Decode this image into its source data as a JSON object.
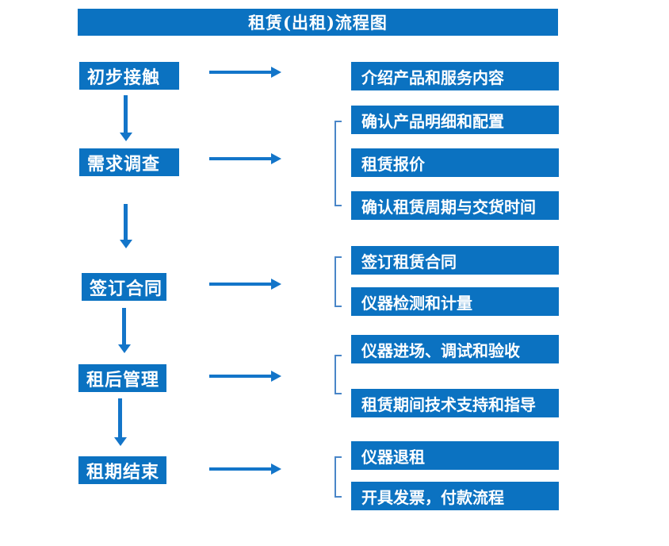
{
  "title": "租赁(出租)流程图",
  "colors": {
    "box_blue": "#0b72c1",
    "arrow_blue": "#1375c9",
    "bracket_blue": "#4a86c8",
    "text_white": "#ffffff",
    "background": "#ffffff"
  },
  "flow": {
    "stages": [
      {
        "label": "初步接触",
        "outputs": [
          "介绍产品和服务内容"
        ]
      },
      {
        "label": "需求调查",
        "outputs": [
          "确认产品明细和配置",
          "租赁报价",
          "确认租赁周期与交货时间"
        ]
      },
      {
        "label": "签订合同",
        "outputs": [
          "签订租赁合同",
          "仪器检测和计量"
        ]
      },
      {
        "label": "租后管理",
        "outputs": [
          "仪器进场、调试和验收",
          "租赁期间技术支持和指导"
        ]
      },
      {
        "label": "租期结束",
        "outputs": [
          "仪器退租",
          "开具发票，付款流程"
        ]
      }
    ]
  }
}
